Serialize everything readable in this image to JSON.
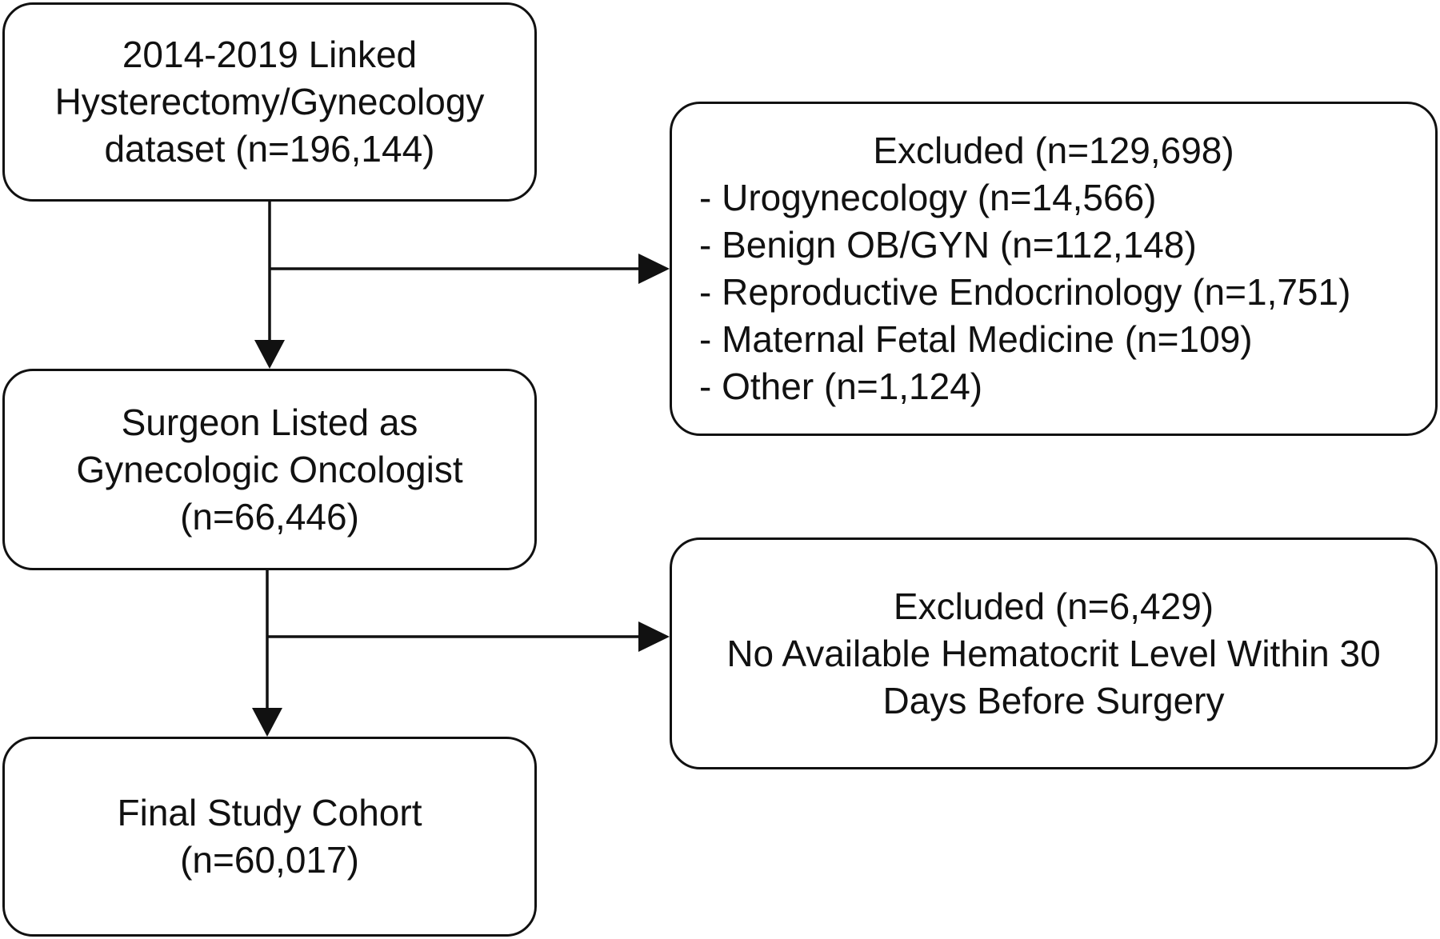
{
  "boxes": {
    "dataset": {
      "lines": [
        "2014-2019 Linked",
        "Hysterectomy/Gynecology",
        "dataset (n=196,144)"
      ]
    },
    "gyn_onc": {
      "lines": [
        "Surgeon Listed as",
        "Gynecologic Oncologist",
        "(n=66,446)"
      ]
    },
    "final": {
      "lines": [
        "Final Study Cohort",
        "(n=60,017)"
      ]
    },
    "excluded_specialty": {
      "title": "Excluded (n=129,698)",
      "items": [
        "- Urogynecology (n=14,566)",
        "- Benign OB/GYN (n=112,148)",
        "- Reproductive Endocrinology (n=1,751)",
        "- Maternal Fetal Medicine (n=109)",
        "- Other (n=1,124)"
      ]
    },
    "excluded_hematocrit": {
      "lines": [
        "Excluded (n=6,429)",
        "No Available Hematocrit Level Within 30",
        "Days Before Surgery"
      ]
    }
  },
  "colors": {
    "stroke": "#111111",
    "background": "#ffffff"
  }
}
